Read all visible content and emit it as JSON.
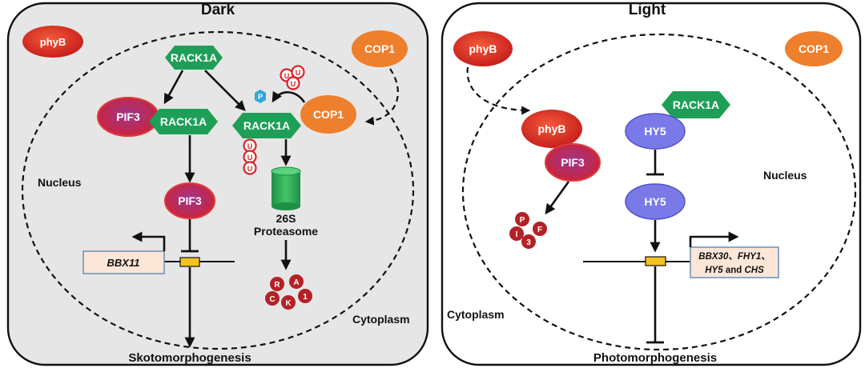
{
  "dark": {
    "title": "Dark",
    "phyB": "phyB",
    "cop1_cyto": "COP1",
    "rack1a_top": "RACK1A",
    "pif3_complex": "PIF3",
    "rack1a_complex": "RACK1A",
    "rack1a_mid": "RACK1A",
    "cop1_nuc": "COP1",
    "p_tag": "P",
    "u_tag": "U",
    "pif3_low": "PIF3",
    "proteasome": "26S Proteasome",
    "proteasome_line1": "26S",
    "proteasome_line2": "Proteasome",
    "gene": "BBX11",
    "fragments": [
      "R",
      "A",
      "C",
      "K",
      "1"
    ],
    "nucleus": "Nucleus",
    "cytoplasm": "Cytoplasm",
    "outcome": "Skotomorphogenesis"
  },
  "light": {
    "title": "Light",
    "phyB_cyto": "phyB",
    "cop1": "COP1",
    "phyB_nuc": "phyB",
    "pif3": "PIF3",
    "fragments": [
      "P",
      "I",
      "F",
      "3"
    ],
    "rack1a": "RACK1A",
    "hy5_top": "HY5",
    "hy5_low": "HY5",
    "genes_line1": "BBX30、FHY1、",
    "genes_line2_italic_a": "HY5",
    "genes_line2_plain": " and ",
    "genes_line2_italic_b": "CHS",
    "nucleus": "Nucleus",
    "cytoplasm": "Cytoplasm",
    "outcome": "Photomorphogenesis"
  },
  "colors": {
    "panel_dark_bg": "#e6e6e6",
    "panel_light_bg": "#ffffff",
    "rack1a_green": "#1f9e57",
    "cop1_orange": "#ee7f2d",
    "phyB_red": "#d9231f",
    "pif3_purple": "#8a2a7a",
    "hy5_blue": "#7a79e8",
    "ubiquitin_red": "#d7262a",
    "phospho_blue": "#31a7d8",
    "proteasome_green": "#2aa14f",
    "fragment_darkred": "#b32226",
    "gene_box": "#fbe6d8",
    "promoter_yellow": "#f3c21c"
  }
}
